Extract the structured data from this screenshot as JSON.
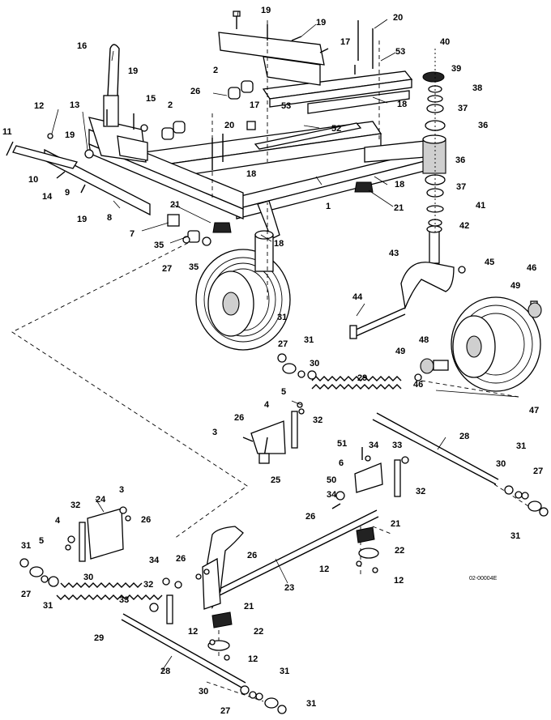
{
  "drawing_code": "02-00004E",
  "callouts": {
    "c19a": "19",
    "c19b": "19",
    "c20a": "20",
    "c40": "40",
    "c16": "16",
    "c17a": "17",
    "c53a": "53",
    "c39": "39",
    "c2a": "2",
    "c38": "38",
    "c19c": "19",
    "c15": "15",
    "c26a": "26",
    "c18a": "18",
    "c37a": "37",
    "c12a": "12",
    "c2b": "2",
    "c17b": "17",
    "c53b": "53",
    "c36a": "36",
    "c13": "13",
    "c52": "52",
    "c20b": "20",
    "c11": "11",
    "c19d": "19",
    "c18b": "18",
    "c36b": "36",
    "c10": "10",
    "c18c": "18",
    "c37b": "37",
    "c14": "14",
    "c9": "9",
    "c41": "41",
    "c19e": "19",
    "c21a": "21",
    "c21b": "21",
    "c1": "1",
    "c8": "8",
    "c42": "42",
    "c7": "7",
    "c35a": "35",
    "c18d": "18",
    "c43": "43",
    "c45": "45",
    "c27a": "27",
    "c35b": "35",
    "c46a": "46",
    "c49a": "49",
    "c44": "44",
    "c31a": "31",
    "c27b": "27",
    "c31b": "31",
    "c48": "48",
    "c30a": "30",
    "c49b": "49",
    "c29a": "29",
    "c46b": "46",
    "c5a": "5",
    "c47": "47",
    "c4a": "4",
    "c26b": "26",
    "c32a": "32",
    "c3a": "3",
    "c28a": "28",
    "c51": "51",
    "c34a": "34",
    "c33a": "33",
    "c25": "25",
    "c6": "6",
    "c50": "50",
    "c31c": "31",
    "c30b": "30",
    "c27c": "27",
    "c32b": "32",
    "c34b": "34",
    "c3b": "3",
    "c26c": "26",
    "c24": "24",
    "c26d": "26",
    "c32c": "32",
    "c31d": "31",
    "c21c": "21",
    "c4b": "4",
    "c5b": "5",
    "c22a": "22",
    "c12b": "12",
    "c12c": "12",
    "c31e": "31",
    "c34c": "34",
    "c26e": "26",
    "c26f": "26",
    "c23": "23",
    "c27d": "27",
    "c30c": "30",
    "c32d": "32",
    "c31f": "31",
    "c33b": "33",
    "c21d": "21",
    "c29b": "29",
    "c22b": "22",
    "c12d": "12",
    "c12e": "12",
    "c28b": "28",
    "c31g": "31",
    "c30d": "30",
    "c27e": "27",
    "c31h": "31"
  }
}
